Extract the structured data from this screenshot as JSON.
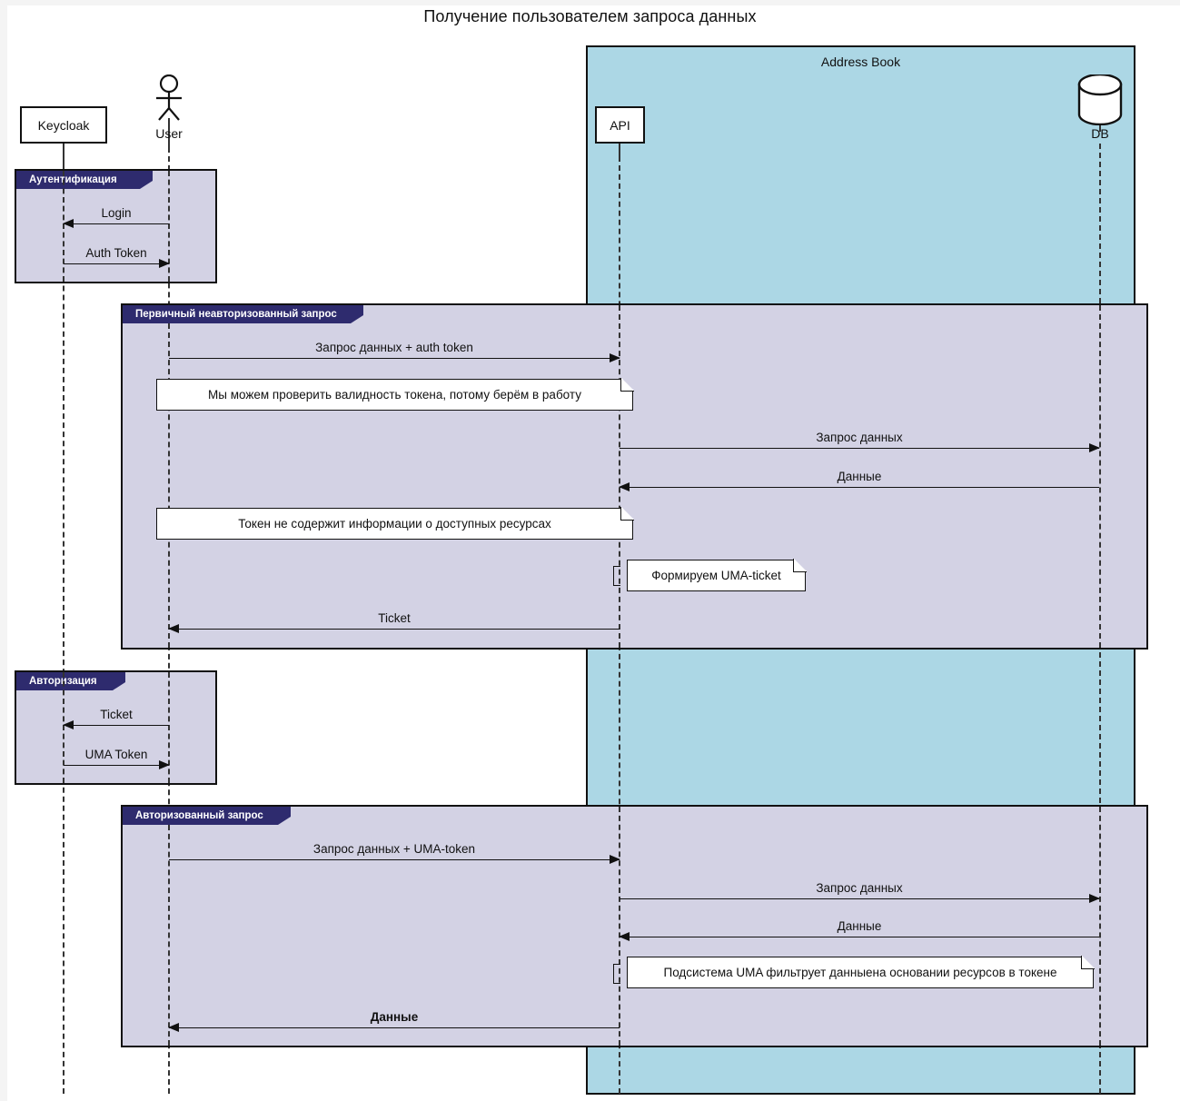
{
  "diagram": {
    "title": "Получение пользователем запроса данных",
    "type": "uml-sequence",
    "colors": {
      "boundary_fill": "#ACD7E5",
      "fragment_fill": "#D3D2E4",
      "fragment_tab": "#2E2B6E",
      "note_fill": "#FFFFFF",
      "stroke": "#111111"
    }
  },
  "boundary": {
    "label": "Address Book"
  },
  "participants": {
    "keycloak": {
      "label": "Keycloak",
      "kind": "box"
    },
    "user": {
      "label": "User",
      "kind": "actor",
      "icon": "actor-stick-figure-icon"
    },
    "api": {
      "label": "API",
      "kind": "box"
    },
    "db": {
      "label": "DB",
      "kind": "database",
      "icon": "database-cylinder-icon"
    }
  },
  "fragments": [
    {
      "id": "auth",
      "label": "Аутентификация"
    },
    {
      "id": "first-request",
      "label": "Первичный неавторизованный запрос"
    },
    {
      "id": "authz",
      "label": "Авторизация"
    },
    {
      "id": "authorized-request",
      "label": "Авторизованный запрос"
    }
  ],
  "messages": {
    "login": "Login",
    "auth_token": "Auth Token",
    "data_request_auth_token": "Запрос данных + auth token",
    "data_request_1": "Запрос данных",
    "data_1": "Данные",
    "ticket_api_to_user": "Ticket",
    "ticket_keycloak": "Ticket",
    "uma_token": "UMA Token",
    "data_request_uma_token": "Запрос данных + UMA-token",
    "data_request_2": "Запрос данных",
    "data_2": "Данные",
    "data_final": "Данные"
  },
  "notes": {
    "note1": "Мы можем проверить валидность токена, потому берём в работу",
    "note2": "Токен не содержит информации о доступных ресурсах",
    "note3": "Формируем UMA-ticket",
    "note4": "Подсистема UMA фильтрует данныена основании ресурсов в токене"
  }
}
